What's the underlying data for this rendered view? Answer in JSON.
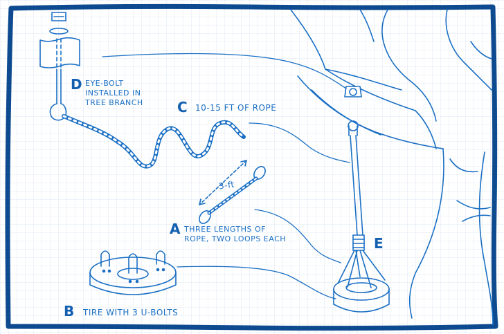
{
  "labels": {
    "A": {
      "letter": "A",
      "lines": [
        "THREE LENGTHS OF",
        "ROPE, TWO LOOPS EACH"
      ]
    },
    "B": {
      "letter": "B",
      "text": "TIRE WITH 3 U-BOLTS"
    },
    "C": {
      "letter": "C",
      "text": "10-15 FT OF ROPE"
    },
    "D": {
      "letter": "D",
      "lines": [
        "EYE-BOLT",
        "INSTALLED IN",
        "TREE BRANCH"
      ]
    },
    "E": {
      "letter": "E"
    },
    "measure": "3-ft"
  },
  "colors": {
    "ink": "#1a6fc4",
    "ink_dark": "#135fb0",
    "grid": "#dfe9f5",
    "frame": "#0d4a8f",
    "background": "#ffffff"
  }
}
